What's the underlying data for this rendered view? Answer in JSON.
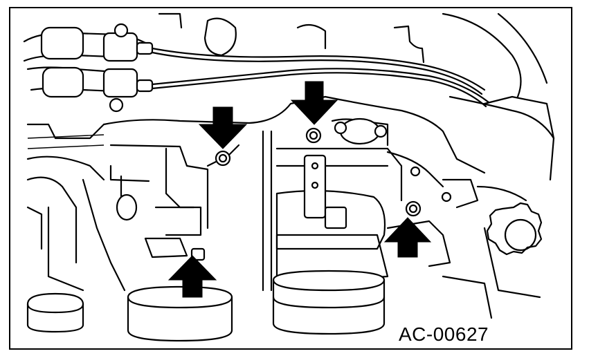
{
  "figure": {
    "code": "AC-00627",
    "colors": {
      "line": "#000000",
      "background": "#ffffff"
    },
    "markers": [
      {
        "id": "arrow-1",
        "direction": "down"
      },
      {
        "id": "arrow-2",
        "direction": "down"
      },
      {
        "id": "arrow-3",
        "direction": "up"
      },
      {
        "id": "arrow-4",
        "direction": "up"
      }
    ]
  }
}
